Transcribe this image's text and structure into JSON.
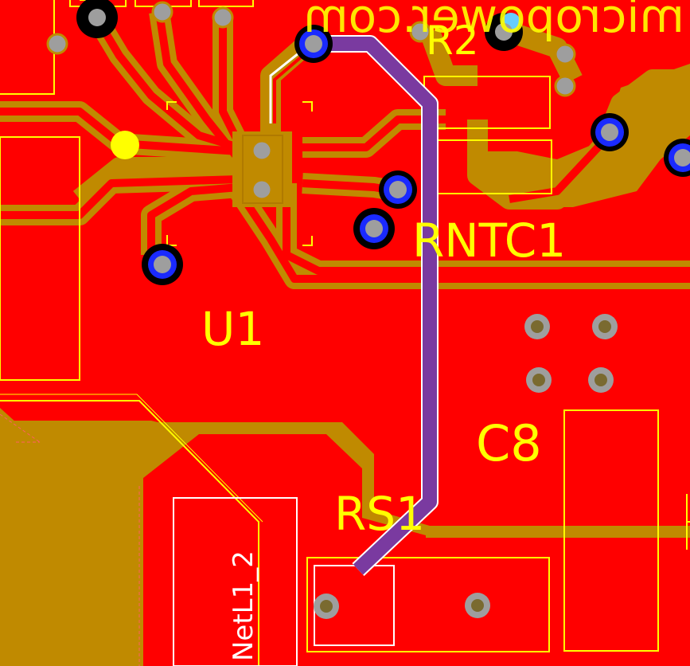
{
  "board": {
    "colors": {
      "copper": "#ff0000",
      "gap": "#c08a00",
      "silkscreen": "#ffff00",
      "via_ring": "#000000",
      "drill": "#9e9e9e",
      "pad_drill": "#7a6a30",
      "bottom_trace": "#7a3aa0",
      "keepout": "#ffffff"
    },
    "labels": {
      "u1": "U1",
      "r2": "R2",
      "rntc1": "RNTC1",
      "c8": "C8",
      "rs1": "RS1",
      "netl1": "NetL1_2",
      "watermark": "micropower.com"
    }
  }
}
